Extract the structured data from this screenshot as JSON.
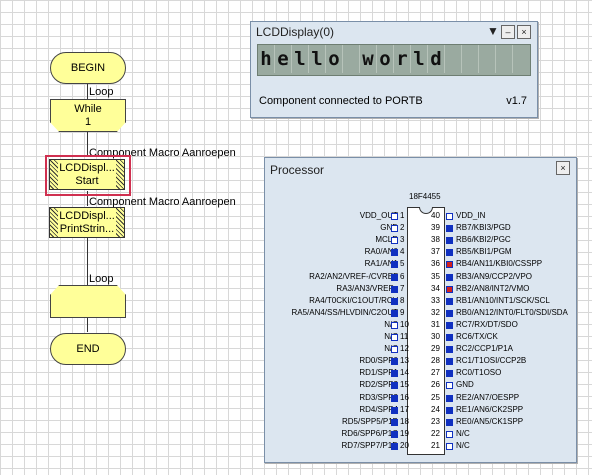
{
  "flowchart": {
    "begin": "BEGIN",
    "loop1": "Loop",
    "while_line1": "While",
    "while_line2": "1",
    "macro_call_label1": "Component Macro Aanroepen",
    "macro1_line1": "LCDDispl...",
    "macro1_line2": "Start",
    "macro_call_label2": "Component Macro Aanroepen",
    "macro2_line1": "LCDDispl...",
    "macro2_line2": "PrintStrin...",
    "loop2": "Loop",
    "end": "END"
  },
  "lcd_window": {
    "title": "LCDDisplay(0)",
    "display_chars": [
      "h",
      "e",
      "l",
      "l",
      "o",
      " ",
      "w",
      "o",
      "r",
      "l",
      "d",
      "",
      "",
      "",
      "",
      ""
    ],
    "status": "Component connected to PORTB",
    "version": "v1.7"
  },
  "processor_window": {
    "title": "Processor",
    "chip_name": "18F4455",
    "left_pins": [
      {
        "num": "1",
        "label": "VDD_OUT",
        "color": "#ffffff"
      },
      {
        "num": "2",
        "label": "GND",
        "color": "#ffffff"
      },
      {
        "num": "3",
        "label": "MCLR",
        "color": "#ffffff"
      },
      {
        "num": "4",
        "label": "RA0/AN0",
        "color": "#1030c0"
      },
      {
        "num": "5",
        "label": "RA1/AN1",
        "color": "#1030c0"
      },
      {
        "num": "6",
        "label": "RA2/AN2/VREF-/CVREF",
        "color": "#1030c0"
      },
      {
        "num": "7",
        "label": "RA3/AN3/VREF+",
        "color": "#1030c0"
      },
      {
        "num": "8",
        "label": "RA4/T0CKI/C1OUT/RCV",
        "color": "#1030c0"
      },
      {
        "num": "9",
        "label": "RA5/AN4/SS/HLVDIN/C2OUT",
        "color": "#1030c0"
      },
      {
        "num": "10",
        "label": "N/C",
        "color": "#ffffff"
      },
      {
        "num": "11",
        "label": "N/C",
        "color": "#ffffff"
      },
      {
        "num": "12",
        "label": "N/C",
        "color": "#ffffff"
      },
      {
        "num": "13",
        "label": "RD0/SPP0",
        "color": "#1030c0"
      },
      {
        "num": "14",
        "label": "RD1/SPP1",
        "color": "#1030c0"
      },
      {
        "num": "15",
        "label": "RD2/SPP2",
        "color": "#1030c0"
      },
      {
        "num": "16",
        "label": "RD3/SPP3",
        "color": "#1030c0"
      },
      {
        "num": "17",
        "label": "RD4/SPP4",
        "color": "#1030c0"
      },
      {
        "num": "18",
        "label": "RD5/SPP5/P1B",
        "color": "#1030c0"
      },
      {
        "num": "19",
        "label": "RD6/SPP6/P1C",
        "color": "#1030c0"
      },
      {
        "num": "20",
        "label": "RD7/SPP7/P1D",
        "color": "#1030c0"
      }
    ],
    "right_pins": [
      {
        "num": "40",
        "label": "VDD_IN",
        "color": "#ffffff"
      },
      {
        "num": "39",
        "label": "RB7/KBI3/PGD",
        "color": "#1030c0"
      },
      {
        "num": "38",
        "label": "RB6/KBI2/PGC",
        "color": "#1030c0"
      },
      {
        "num": "37",
        "label": "RB5/KBI1/PGM",
        "color": "#1030c0"
      },
      {
        "num": "36",
        "label": "RB4/AN11/KBI0/CSSPP",
        "color": "#d02020"
      },
      {
        "num": "35",
        "label": "RB3/AN9/CCP2/VPO",
        "color": "#1030c0"
      },
      {
        "num": "34",
        "label": "RB2/AN8/INT2/VMO",
        "color": "#d02020"
      },
      {
        "num": "33",
        "label": "RB1/AN10/INT1/SCK/SCL",
        "color": "#1030c0"
      },
      {
        "num": "32",
        "label": "RB0/AN12/INT0/FLT0/SDI/SDA",
        "color": "#1030c0"
      },
      {
        "num": "31",
        "label": "RC7/RX/DT/SDO",
        "color": "#1030c0"
      },
      {
        "num": "30",
        "label": "RC6/TX/CK",
        "color": "#1030c0"
      },
      {
        "num": "29",
        "label": "RC2/CCP1/P1A",
        "color": "#1030c0"
      },
      {
        "num": "28",
        "label": "RC1/T1OSI/CCP2B",
        "color": "#1030c0"
      },
      {
        "num": "27",
        "label": "RC0/T1OSO",
        "color": "#1030c0"
      },
      {
        "num": "26",
        "label": "GND",
        "color": "#ffffff"
      },
      {
        "num": "25",
        "label": "RE2/AN7/OESPP",
        "color": "#1030c0"
      },
      {
        "num": "24",
        "label": "RE1/AN6/CK2SPP",
        "color": "#1030c0"
      },
      {
        "num": "23",
        "label": "RE0/AN5/CK1SPP",
        "color": "#1030c0"
      },
      {
        "num": "22",
        "label": "N/C",
        "color": "#ffffff"
      },
      {
        "num": "21",
        "label": "N/C",
        "color": "#ffffff"
      }
    ]
  }
}
